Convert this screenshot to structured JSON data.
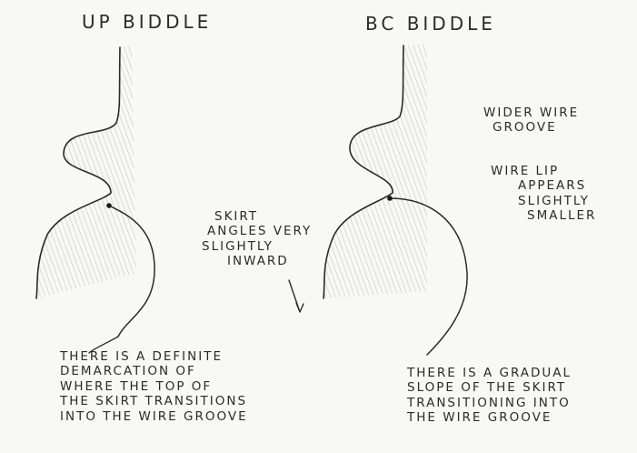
{
  "titles": {
    "left": "UP BIDDLE",
    "right": "BC BIDDLE"
  },
  "right_notes": {
    "groove": [
      "WIDER WIRE",
      "GROOVE"
    ],
    "lip": [
      "WIRE LIP",
      "APPEARS",
      "SLIGHTLY",
      "SMALLER"
    ]
  },
  "middle_note": [
    "SKIRT",
    "ANGLES VERY",
    "SLIGHTLY",
    "INWARD"
  ],
  "bottom_left_note": [
    "THERE IS A DEFINITE",
    "DEMARCATION OF",
    "WHERE THE TOP OF",
    "THE SKIRT TRANSITIONS",
    "INTO THE WIRE GROOVE"
  ],
  "bottom_right_note": [
    "THERE IS A GRADUAL",
    "SLOPE OF THE SKIRT",
    "TRANSITIONING INTO",
    "THE WIRE GROOVE"
  ]
}
